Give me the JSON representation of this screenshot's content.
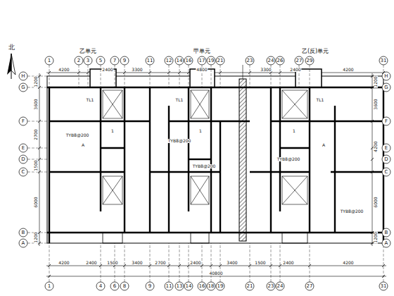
{
  "diagram": {
    "labels": [
      "乙单元",
      "甲单元",
      "乙(反)单元",
      "北",
      "1",
      "2",
      "3",
      "5",
      "7",
      "9",
      "11",
      "12",
      "14",
      "16",
      "17",
      "19",
      "21",
      "23",
      "24",
      "26",
      "27",
      "29",
      "31",
      "1",
      "4",
      "6",
      "8",
      "9",
      "11",
      "13",
      "14",
      "16",
      "18",
      "19",
      "21",
      "23",
      "24",
      "27",
      "31",
      "H",
      "G",
      "F",
      "E",
      "D",
      "C",
      "B",
      "A",
      "H",
      "G",
      "F",
      "E",
      "D",
      "C",
      "B",
      "A",
      "4200",
      "2400",
      "3300",
      "4800",
      "3300",
      "2400",
      "4200",
      "4200",
      "2400",
      "1500",
      "3400",
      "2700",
      "2400",
      "3400",
      "1500",
      "2400",
      "4200",
      "40800",
      "1200",
      "3600",
      "2700",
      "1500",
      "6000",
      "1200",
      "1200",
      "3600",
      "4200",
      "6000",
      "1200",
      "TL1",
      "TL1",
      "TL1",
      "1",
      "1",
      "1",
      "A",
      "A",
      "TYB8@200",
      "TYB8@200",
      "TYB8@200",
      "TYB8@200",
      "TYB8@200"
    ]
  }
}
